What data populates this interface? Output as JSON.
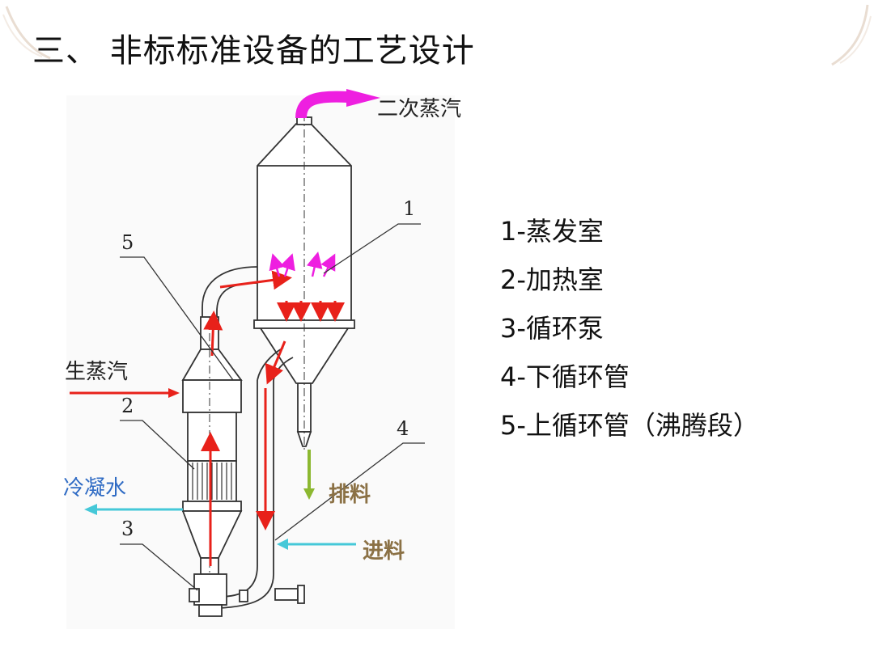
{
  "title": "三、 非标标准设备的工艺设计",
  "diagram": {
    "labels": {
      "secondary_steam": "二次蒸汽",
      "live_steam": "生蒸汽",
      "condensate": "冷凝水",
      "discharge": "排料",
      "feed": "进料",
      "n1": "1",
      "n2": "2",
      "n3": "3",
      "n4": "4",
      "n5": "5"
    },
    "colors": {
      "flow_red": "#e8211a",
      "vapor_magenta": "#ee1fe0",
      "condensate_cyan": "#45c8d8",
      "discharge_green": "#8cb830",
      "label_brown": "#8b7145",
      "condensate_text_blue": "#2f6bc4"
    }
  },
  "legend": [
    "1-蒸发室",
    "2-加热室",
    "3-循环泵",
    "4-下循环管",
    "5-上循环管（沸腾段）"
  ]
}
